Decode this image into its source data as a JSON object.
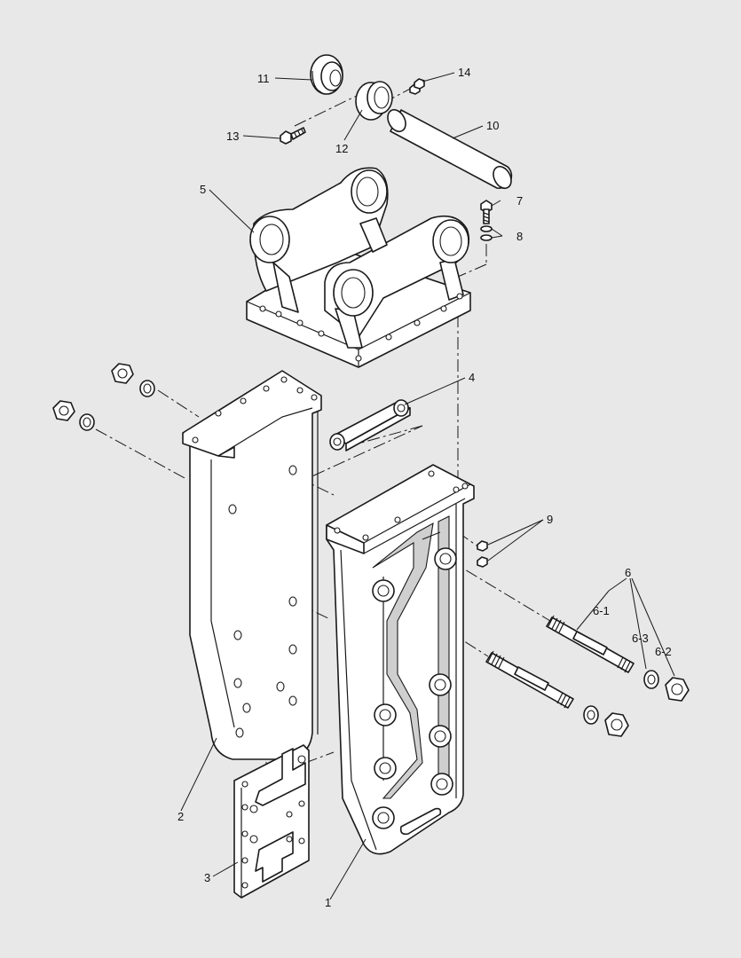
{
  "colors": {
    "background": "#e8e8e8",
    "line": "#1a1a1a",
    "part_fill": "#ffffff",
    "shade": "#cfcfcf"
  },
  "parts": [
    {
      "id": "p11",
      "label": "11",
      "component": "seal ring (flanged)"
    },
    {
      "id": "p14",
      "label": "14",
      "component": "nut"
    },
    {
      "id": "p10",
      "label": "10",
      "component": "pin"
    },
    {
      "id": "p13",
      "label": "13",
      "component": "bolt"
    },
    {
      "id": "p12",
      "label": "12",
      "component": "collar"
    },
    {
      "id": "p5",
      "label": "5",
      "component": "bracket"
    },
    {
      "id": "p7",
      "label": "7",
      "component": "bolt"
    },
    {
      "id": "p8",
      "label": "8",
      "component": "washers"
    },
    {
      "id": "p4",
      "label": "4",
      "component": "spacer"
    },
    {
      "id": "p9",
      "label": "9",
      "component": "nuts"
    },
    {
      "id": "p6",
      "label": "6",
      "component": "through-bolt assembly"
    },
    {
      "id": "p6-1",
      "label": "6-1",
      "component": "through-bolt"
    },
    {
      "id": "p6-3",
      "label": "6-3",
      "component": "washer"
    },
    {
      "id": "p6-2",
      "label": "6-2",
      "component": "nut"
    },
    {
      "id": "p2",
      "label": "2",
      "component": "side plate"
    },
    {
      "id": "p3",
      "label": "3",
      "component": "wear plate"
    },
    {
      "id": "p1",
      "label": "1",
      "component": "bracket body"
    }
  ]
}
